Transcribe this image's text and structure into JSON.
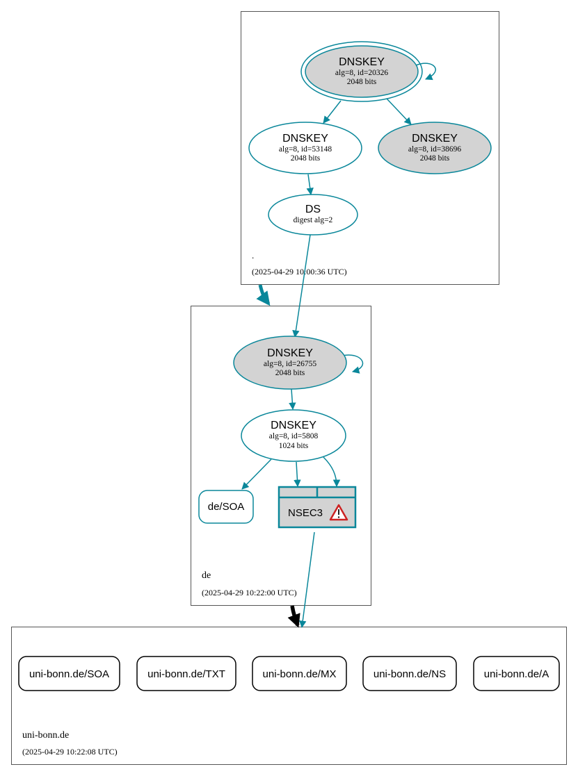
{
  "colors": {
    "edge": "#0a879a",
    "delegation_black": "#000000",
    "node_fill_gray": "#d3d3d3",
    "node_fill_white": "#ffffff",
    "zone_border": "#555555",
    "warning_red": "#cc2222"
  },
  "zones": {
    "root": {
      "name": ".",
      "timestamp": "(2025-04-29 10:00:36 UTC)"
    },
    "de": {
      "name": "de",
      "timestamp": "(2025-04-29 10:22:00 UTC)"
    },
    "uni_bonn": {
      "name": "uni-bonn.de",
      "timestamp": "(2025-04-29 10:22:08 UTC)"
    }
  },
  "nodes": {
    "root_ksk": {
      "title": "DNSKEY",
      "line1": "alg=8, id=20326",
      "line2": "2048 bits"
    },
    "root_zsk": {
      "title": "DNSKEY",
      "line1": "alg=8, id=53148",
      "line2": "2048 bits"
    },
    "root_key3": {
      "title": "DNSKEY",
      "line1": "alg=8, id=38696",
      "line2": "2048 bits"
    },
    "ds": {
      "title": "DS",
      "line1": "digest alg=2"
    },
    "de_ksk": {
      "title": "DNSKEY",
      "line1": "alg=8, id=26755",
      "line2": "2048 bits"
    },
    "de_zsk": {
      "title": "DNSKEY",
      "line1": "alg=8, id=5808",
      "line2": "1024 bits"
    },
    "de_soa": {
      "label": "de/SOA"
    },
    "nsec3": {
      "label": "NSEC3",
      "icon": "warning-icon"
    }
  },
  "records": [
    {
      "label": "uni-bonn.de/SOA"
    },
    {
      "label": "uni-bonn.de/TXT"
    },
    {
      "label": "uni-bonn.de/MX"
    },
    {
      "label": "uni-bonn.de/NS"
    },
    {
      "label": "uni-bonn.de/A"
    }
  ]
}
